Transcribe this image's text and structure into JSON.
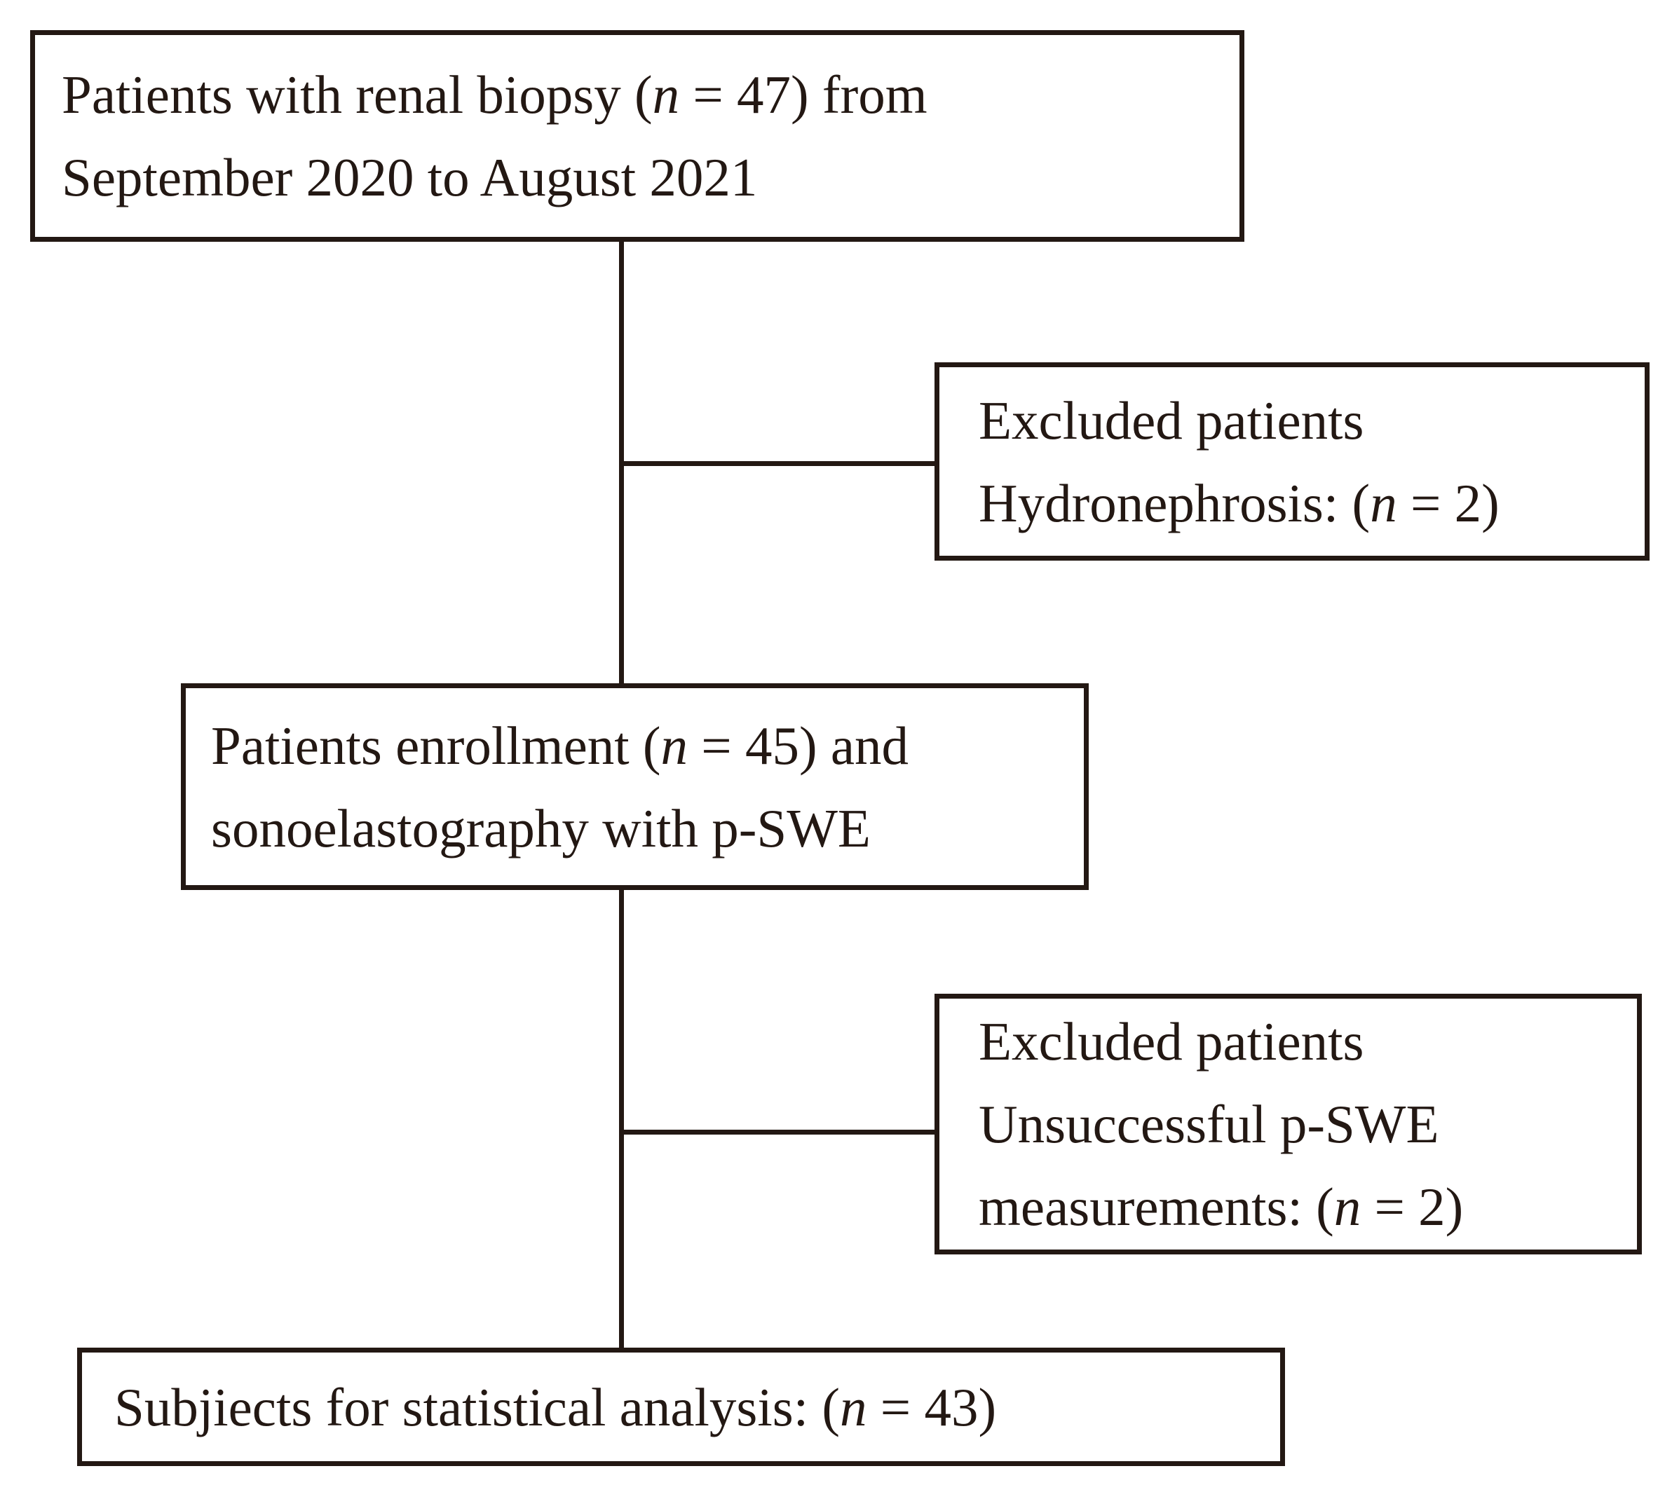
{
  "diagram": {
    "type": "flowchart",
    "ink_color": "#231813",
    "background_color": "#ffffff",
    "nodes": {
      "top": {
        "id": "patients-renal-biopsy",
        "lines": [
          [
            {
              "t": "Patients with renal biopsy ("
            },
            {
              "t": "n",
              "i": true
            },
            {
              "t": " = 47) from"
            }
          ],
          [
            {
              "t": "September 2020 to August 2021"
            }
          ]
        ]
      },
      "excluded1": {
        "id": "excluded-hydronephrosis",
        "lines": [
          [
            {
              "t": "Excluded patients"
            }
          ],
          [
            {
              "t": "Hydronephrosis: ("
            },
            {
              "t": "n",
              "i": true
            },
            {
              "t": " = 2)"
            }
          ]
        ]
      },
      "middle": {
        "id": "patients-enrollment",
        "lines": [
          [
            {
              "t": "Patients enrollment ("
            },
            {
              "t": "n",
              "i": true
            },
            {
              "t": " = 45) and"
            }
          ],
          [
            {
              "t": "sonoelastography with p-SWE"
            }
          ]
        ]
      },
      "excluded2": {
        "id": "excluded-unsuccessful-pswe",
        "lines": [
          [
            {
              "t": "Excluded patients"
            }
          ],
          [
            {
              "t": "Unsuccessful p-SWE"
            }
          ],
          [
            {
              "t": "measurements: ("
            },
            {
              "t": "n",
              "i": true
            },
            {
              "t": " = 2)"
            }
          ]
        ]
      },
      "final": {
        "id": "subjects-statistical-analysis",
        "lines": [
          [
            {
              "t": "Subjiects for statistical analysis: ("
            },
            {
              "t": "n",
              "i": true
            },
            {
              "t": " = 43)"
            }
          ]
        ]
      }
    }
  }
}
